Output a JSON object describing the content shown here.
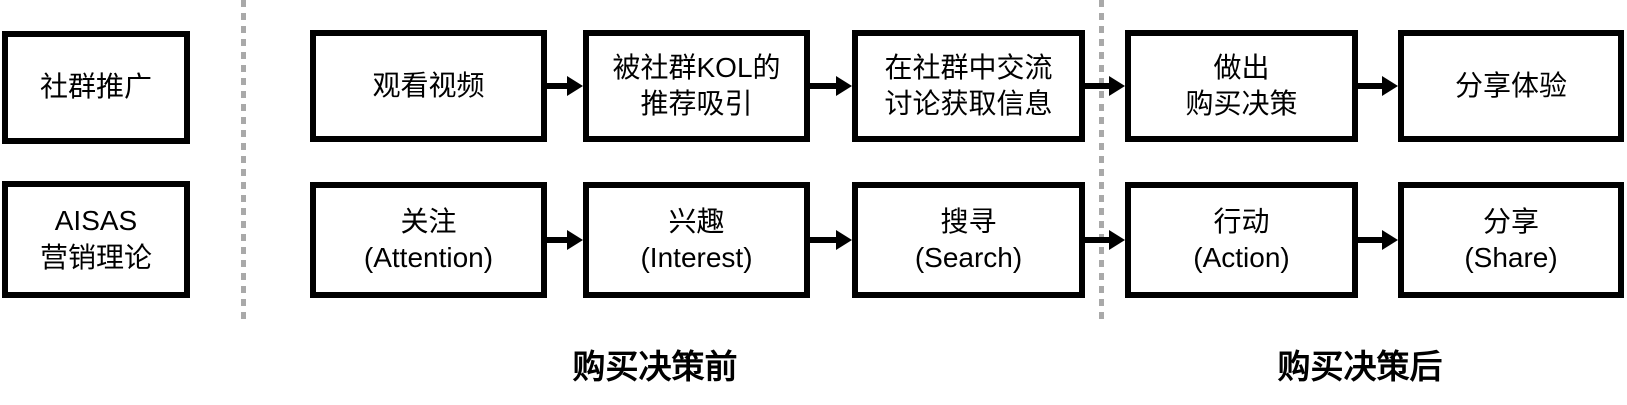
{
  "colors": {
    "border": "#000000",
    "text": "#000000",
    "divider": "#a9a9a9",
    "background": "#ffffff"
  },
  "left_column": {
    "box1": {
      "line1": "社群推广"
    },
    "box2": {
      "line1": "AISAS",
      "line2": "营销理论"
    }
  },
  "journey_row": {
    "box1": {
      "line1": "观看视频"
    },
    "box2": {
      "line1": "被社群KOL的",
      "line2": "推荐吸引"
    },
    "box3": {
      "line1": "在社群中交流",
      "line2": "讨论获取信息"
    },
    "box4": {
      "line1": "做出",
      "line2": "购买决策"
    },
    "box5": {
      "line1": "分享体验"
    }
  },
  "aisas_row": {
    "box1": {
      "line1": "关注",
      "line2": "(Attention)"
    },
    "box2": {
      "line1": "兴趣",
      "line2": "(Interest)"
    },
    "box3": {
      "line1": "搜寻",
      "line2": "(Search)"
    },
    "box4": {
      "line1": "行动",
      "line2": "(Action)"
    },
    "box5": {
      "line1": "分享",
      "line2": "(Share)"
    }
  },
  "section_labels": {
    "pre_purchase": "购买决策前",
    "post_purchase": "购买决策后"
  }
}
